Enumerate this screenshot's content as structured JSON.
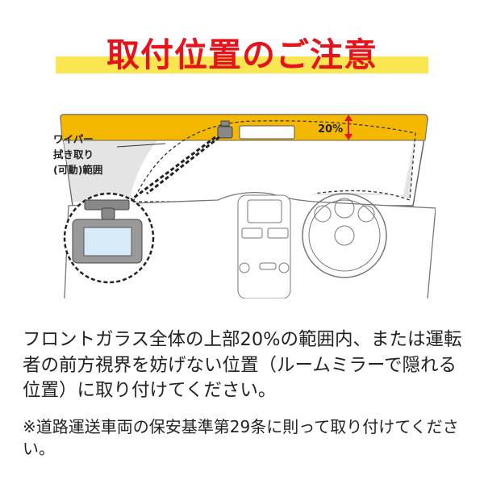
{
  "title": "取付位置のご注意",
  "diagram": {
    "wiper_label": [
      "ワイパー",
      "拭き取り",
      "(可動)範囲"
    ],
    "percent_label": "20%"
  },
  "body_text": "フロントガラス全体の上部20%の範囲内、または運転者の前方視界を妨げない位置（ルームミラーで隠れる位置）に取り付けてください。",
  "note_text": "※道路運送車両の保安基準第29条に則って取り付けてください。",
  "colors": {
    "title": "#e5141c",
    "band": "#f9e650",
    "windshield_top": "#f5b800",
    "arrow": "#e5141c"
  }
}
